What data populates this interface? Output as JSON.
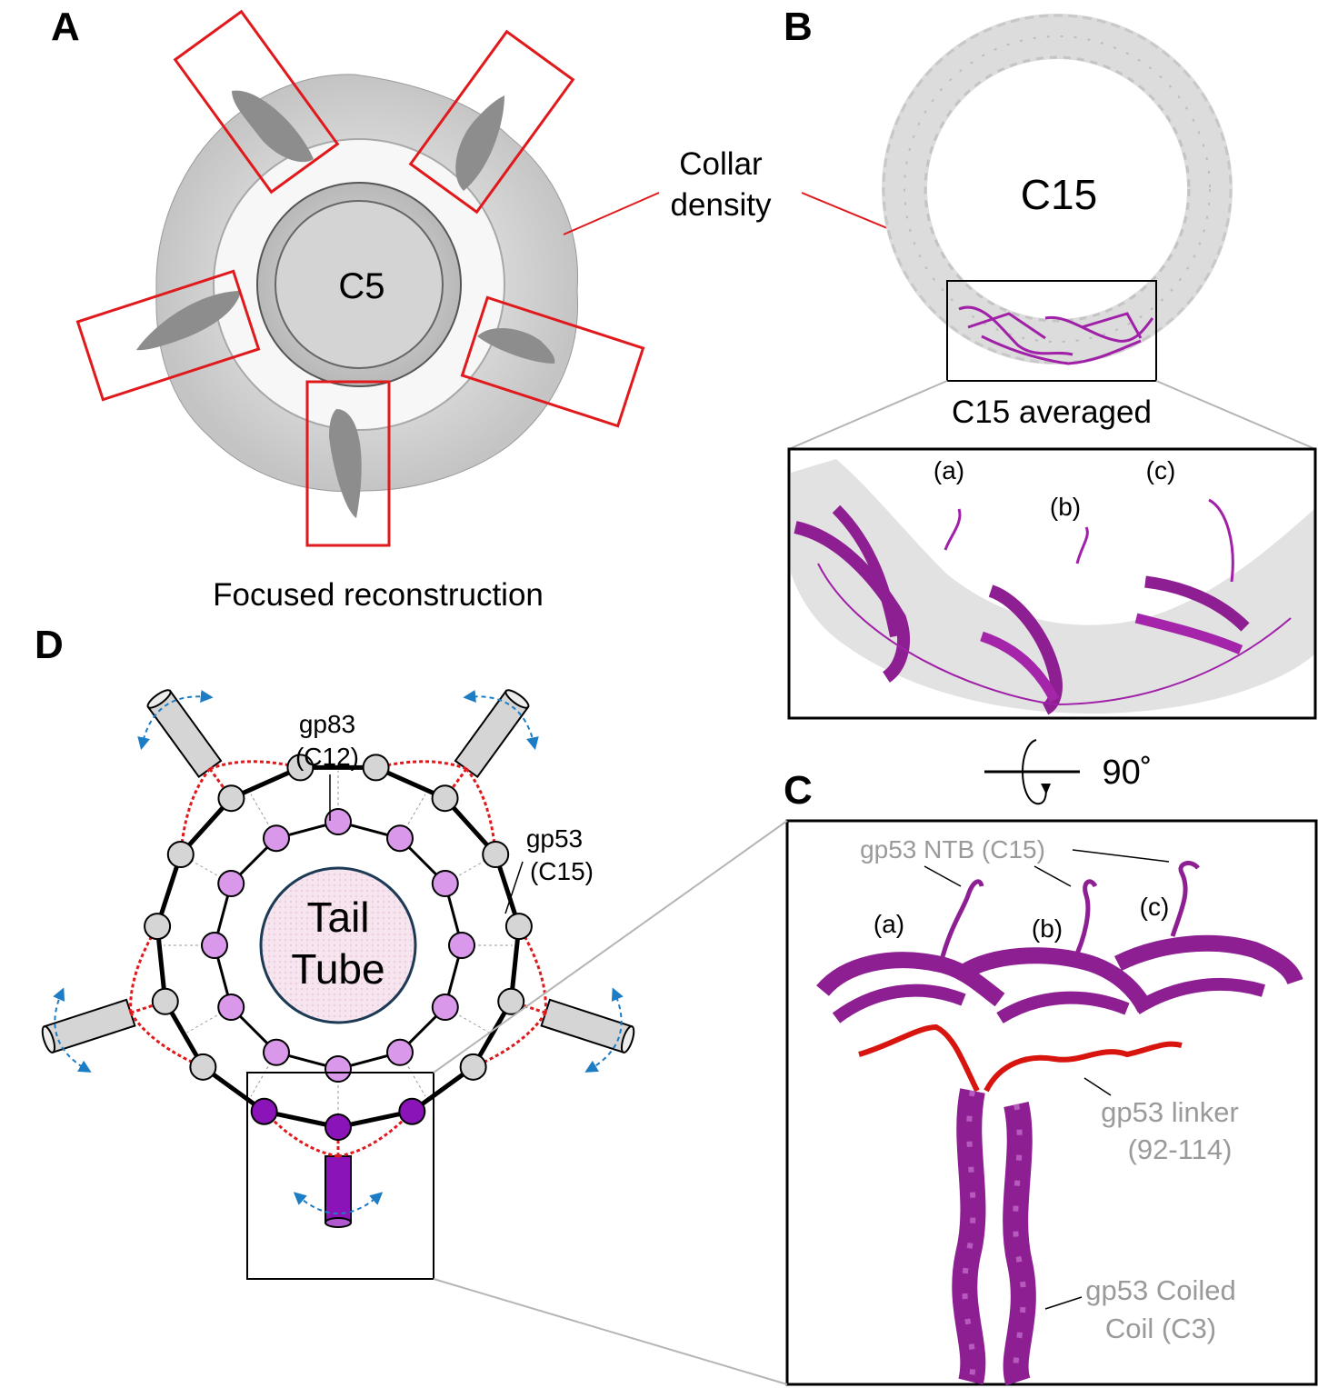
{
  "panels": {
    "A": {
      "letter": "A",
      "center_label": "C5",
      "caption": "Focused reconstruction",
      "callout": "Collar density",
      "callout_line1": "Collar",
      "callout_line2": "density"
    },
    "B": {
      "letter": "B",
      "center_label": "C15",
      "caption": "C15 averaged",
      "inset_labels": [
        "(a)",
        "(b)",
        "(c)"
      ]
    },
    "C": {
      "letter": "C",
      "rotation_label": "90˚",
      "ntb_label": "gp53 NTB (C15)",
      "subunit_labels": [
        "(a)",
        "(b)",
        "(c)"
      ],
      "linker_line1": "gp53 linker",
      "linker_line2": "(92-114)",
      "coil_line1": "gp53 Coiled",
      "coil_line2": "Coil (C3)"
    },
    "D": {
      "letter": "D",
      "gp83_line1": "gp83",
      "gp83_line2": "(C12)",
      "gp53_line1": "gp53",
      "gp53_line2": "(C15)",
      "tube_line1": "Tail",
      "tube_line2": "Tube",
      "inner_ring_count": 12,
      "outer_ring_count": 15,
      "collar_count": 5
    }
  },
  "colors": {
    "red_box": "#e0191c",
    "purple": "#8e1f93",
    "purple_light": "#d998ea",
    "purple_dark": "#8a14b8",
    "linker_red": "#d8140e",
    "arrow_blue": "#1c7cc4",
    "grey_fill": "#d5d5d5",
    "label_grey": "#9a9a9a"
  }
}
